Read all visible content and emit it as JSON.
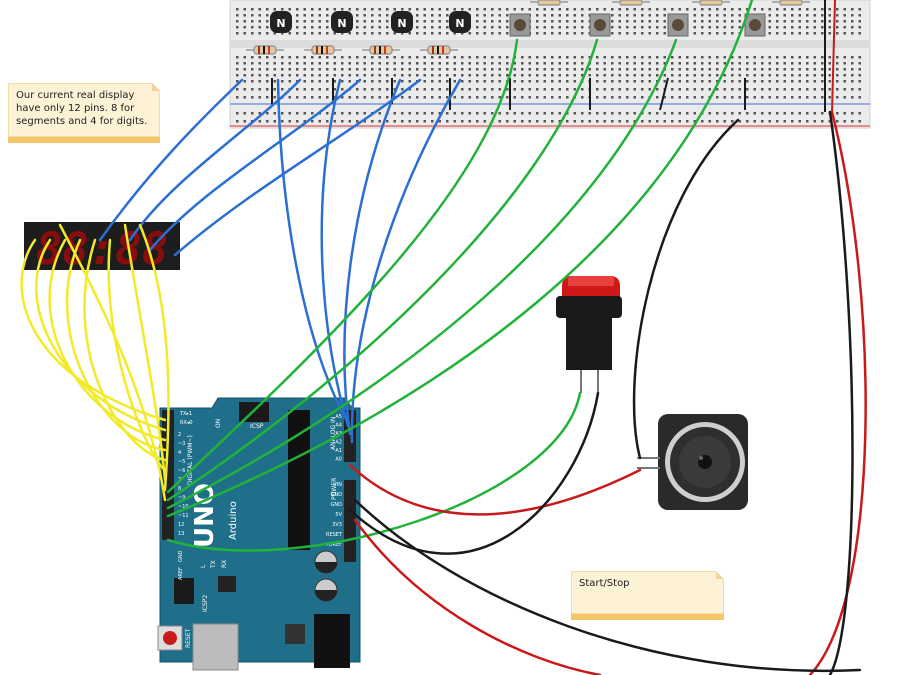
{
  "notes": {
    "display": "Our current real display have only 12 pins. 8 for segments and 4 for digits.",
    "start_stop": "Start/Stop"
  },
  "display": {
    "digits": "88:88"
  },
  "arduino": {
    "logo": "UNO",
    "brand": "Arduino",
    "digital_label": "DIGITAL (PWM~)",
    "analog_label": "ANALOG IN",
    "power_label": "POWER",
    "icsp": "ICSP",
    "icsp2": "ICSP2",
    "reset": "RESET",
    "tx": "TX",
    "rx": "RX",
    "l": "L",
    "on": "ON",
    "aref": "AREF",
    "gnd": "GND",
    "txo": "TX▸1",
    "rxi": "RX◂0",
    "power_pins": [
      "VIN",
      "GND",
      "GND",
      "5V",
      "3V3",
      "RESET",
      "IOREF"
    ],
    "analog_pins": [
      "A0",
      "A1",
      "A2",
      "A3",
      "A4",
      "A5"
    ],
    "digital_pins": [
      "13",
      "12",
      "~11",
      "~10",
      "~9",
      "8",
      "7",
      "~6",
      "~5",
      "4",
      "~3",
      "2"
    ]
  },
  "transistors": {
    "label": "N"
  },
  "colors": {
    "board": "#1f6f8b",
    "wire_blue": "#2a6fd1",
    "wire_green": "#22b23a",
    "wire_yellow": "#f2ea2b",
    "wire_red": "#c8191b",
    "wire_black": "#1a1a1a"
  }
}
